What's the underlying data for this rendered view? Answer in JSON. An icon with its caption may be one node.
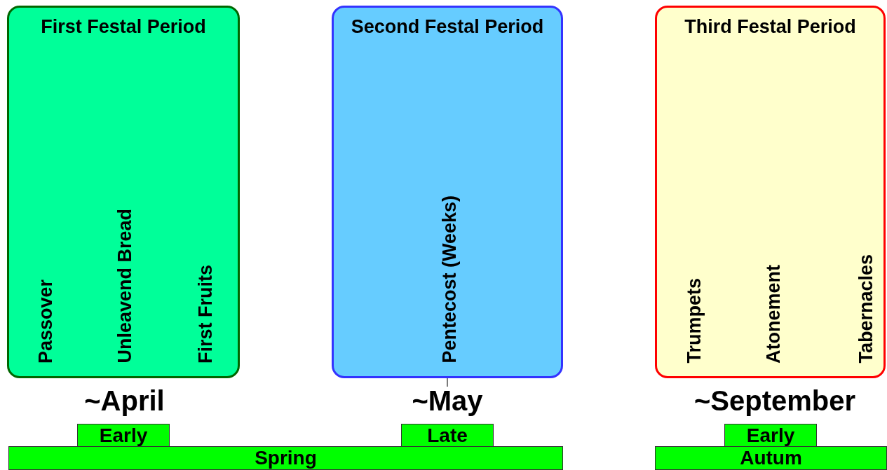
{
  "diagram": {
    "nodes": [
      {
        "text": [
          "First Festal Period",
          "Passover",
          "Unleavend Bread",
          "First Fruits"
        ]
      },
      {
        "text": [
          "Second Festal Period",
          "Pentecost (Weeks)"
        ]
      },
      {
        "text": [
          "Third Festal Period",
          "Trumpets",
          "Atonement",
          "Tabernacles"
        ]
      },
      {
        "text": [
          "~May"
        ]
      },
      {
        "text": [
          "Early"
        ]
      },
      {
        "text": [
          "Late"
        ]
      },
      {
        "text": [
          "Spring"
        ]
      },
      {
        "text": [
          "Early"
        ]
      },
      {
        "text": [
          "Autum"
        ]
      }
    ],
    "edges": [
      {
        "from": 1,
        "to": 3,
        "arrow": "none"
      }
    ],
    "labels": [
      "~April",
      "~September"
    ]
  }
}
